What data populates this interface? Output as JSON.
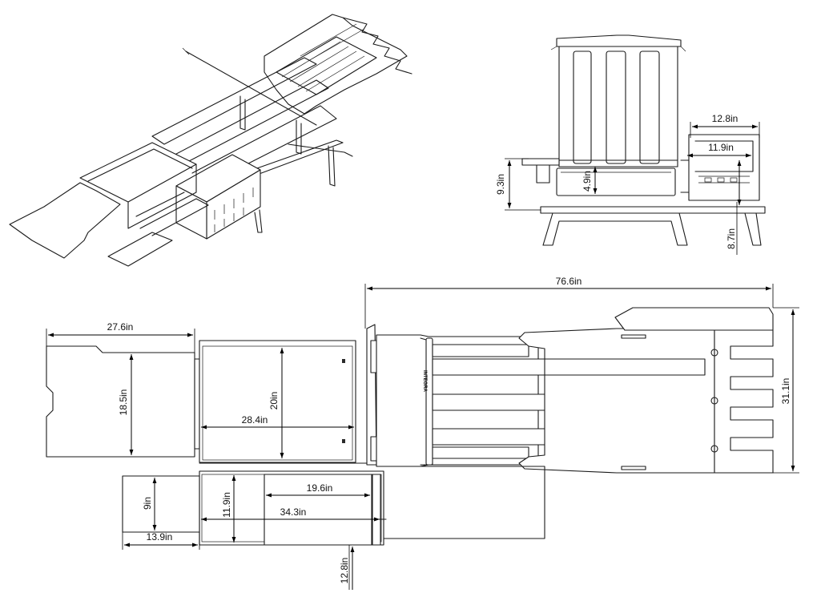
{
  "views": {
    "side": {
      "dim_top_width": "12.8in",
      "dim_inner_width": "11.9in",
      "dim_left_height": "9.3in",
      "dim_mid_height": "4.9in",
      "dim_right_height": "8.7in"
    },
    "top": {
      "dim_overall_length": "76.6in",
      "dim_overall_width": "31.1in",
      "dim_table_width": "27.6in",
      "dim_table_depth": "18.5in",
      "dim_bay_width": "28.4in",
      "dim_bay_depth": "20in",
      "dim_lower_width": "19.6in",
      "dim_lower_length": "34.3in",
      "dim_lower_height": "11.9in",
      "dim_small_depth": "9in",
      "dim_small_width": "13.9in",
      "dim_bottom_extent": "12.8in",
      "brand_mark": "INTEGRA"
    }
  }
}
